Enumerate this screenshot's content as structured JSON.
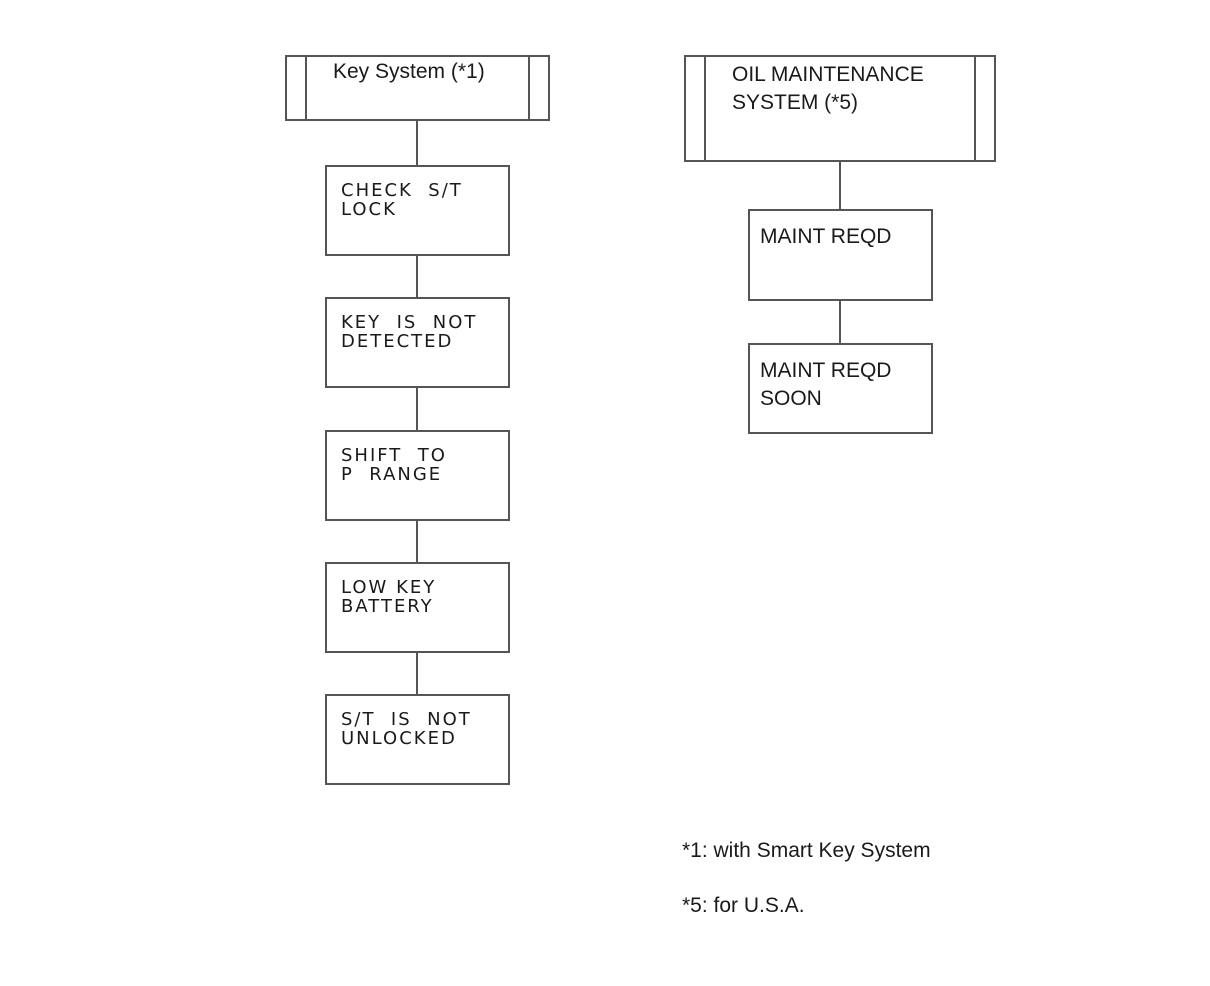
{
  "left_chart": {
    "header": "Key System (*1)",
    "items": [
      "CHECK  S/T\nLOCK",
      "KEY  IS  NOT\nDETECTED",
      "SHIFT  TO\nP  RANGE",
      "LOW KEY\nBATTERY",
      "S/T  IS  NOT\nUNLOCKED"
    ]
  },
  "right_chart": {
    "header": "OIL MAINTENANCE\nSYSTEM (*5)",
    "items": [
      "MAINT REQD",
      "MAINT REQD\nSOON"
    ]
  },
  "notes": [
    "*1: with Smart Key System",
    "*5: for U.S.A."
  ]
}
